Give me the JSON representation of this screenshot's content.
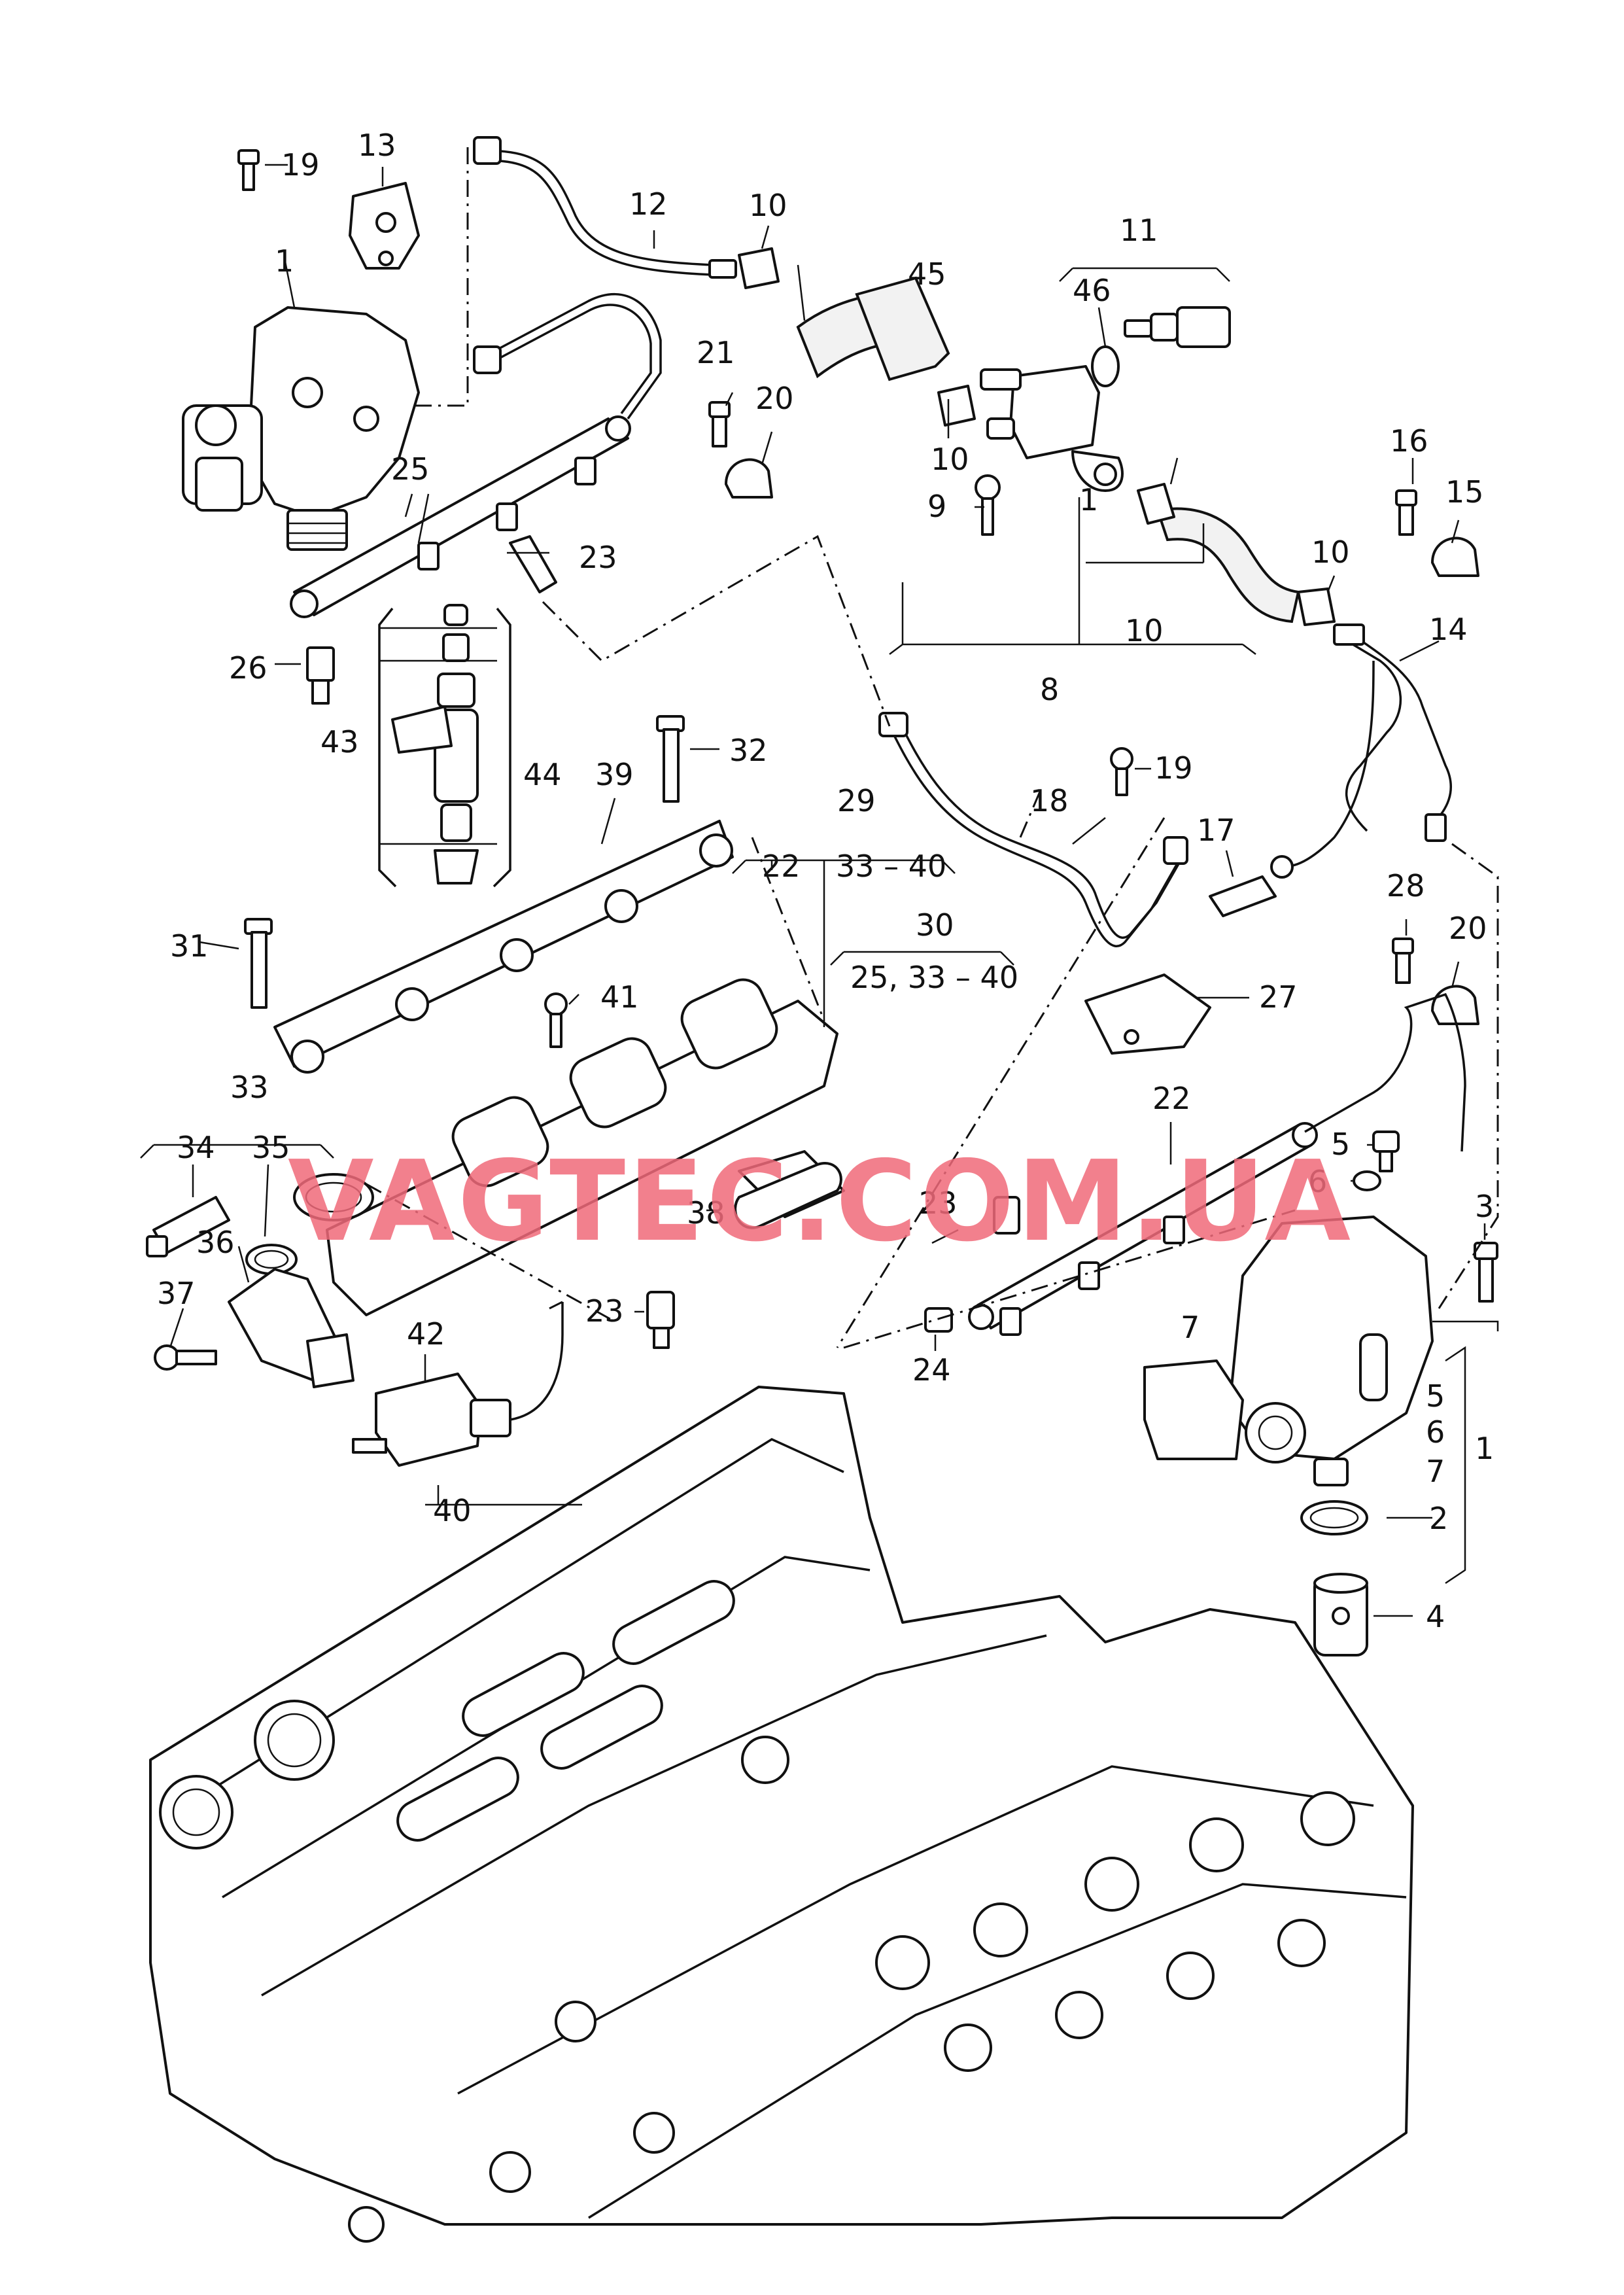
{
  "watermark": "VAGTEC.COM.UA",
  "callouts": {
    "c1a": "1",
    "c1b": "1",
    "c1c": "1",
    "c2": "2",
    "c3": "3",
    "c4": "4",
    "c5a": "5",
    "c5b": "5",
    "c6a": "6",
    "c6b": "6",
    "c7a": "7",
    "c7b": "7",
    "c8": "8",
    "c9": "9",
    "c10a": "10",
    "c10b": "10",
    "c10c": "10",
    "c10d": "10",
    "c11": "11",
    "c12": "12",
    "c13": "13",
    "c14": "14",
    "c15": "15",
    "c16": "16",
    "c17": "17",
    "c18": "18",
    "c19a": "19",
    "c19b": "19",
    "c20a": "20",
    "c20b": "20",
    "c21": "21",
    "c22a": "22",
    "c22b": "22",
    "c23a": "23",
    "c23b": "23",
    "c23c": "23",
    "c24": "24",
    "c25": "25",
    "c26": "26",
    "c27": "27",
    "c28": "28",
    "c29": "29",
    "c30": "30",
    "c31": "31",
    "c32": "32",
    "c33": "33",
    "c34": "34",
    "c35": "35",
    "c36": "36",
    "c37": "37",
    "c38": "38",
    "c39": "39",
    "c40": "40",
    "c41": "41",
    "c42": "42",
    "c43": "43",
    "c44": "44",
    "c45": "45",
    "c46": "46",
    "g29": "33 – 40",
    "g30": "25,  33 – 40"
  }
}
